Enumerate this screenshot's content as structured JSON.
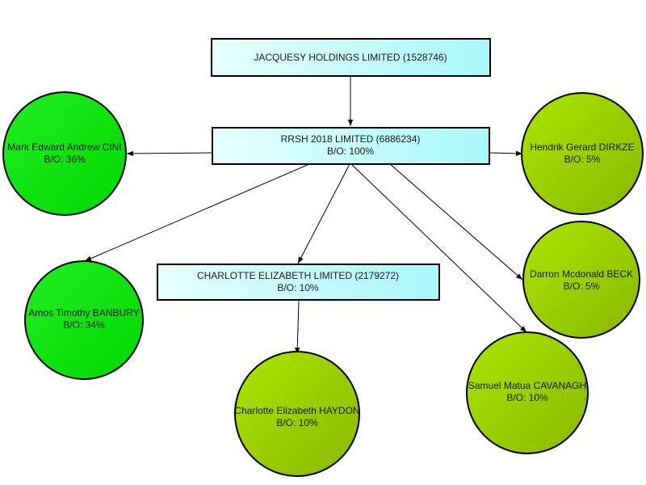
{
  "diagram": {
    "type": "ownership-structure",
    "colors": {
      "company_fill_start": "#e6ffff",
      "company_fill_end": "#a8f8fb",
      "person_major_start": "#22ee22",
      "person_major_end": "#00d800",
      "person_minor_start": "#aae600",
      "person_minor_end": "#88b800",
      "stroke": "#000000",
      "edge": "#000000"
    },
    "nodes": [
      {
        "id": "jacquesy",
        "kind": "company",
        "line1": "JACQUESY HOLDINGS LIMITED (1528746)",
        "line2": ""
      },
      {
        "id": "rrsh",
        "kind": "company",
        "line1": "RRSH 2018 LIMITED (6886234)",
        "line2": "B/O: 100%"
      },
      {
        "id": "charlotte-ltd",
        "kind": "company",
        "line1": "CHARLOTTE ELIZABETH LIMITED (2179272)",
        "line2": "B/O: 10%"
      },
      {
        "id": "cini",
        "kind": "person-major",
        "line1": "Mark Edward Andrew CINI",
        "line2": "B/O: 36%"
      },
      {
        "id": "banbury",
        "kind": "person-major",
        "line1": "Amos Timothy BANBURY",
        "line2": "B/O: 34%"
      },
      {
        "id": "dirkze",
        "kind": "person-minor",
        "line1": "Hendrik Gerard DIRKZE",
        "line2": "B/O: 5%"
      },
      {
        "id": "beck",
        "kind": "person-minor",
        "line1": "Darron Mcdonald BECK",
        "line2": "B/O: 5%"
      },
      {
        "id": "haydon",
        "kind": "person-minor",
        "line1": "Charlotte Elizabeth HAYDON",
        "line2": "B/O: 10%"
      },
      {
        "id": "cavanagh",
        "kind": "person-minor",
        "line1": "Samuel Matua CAVANAGH",
        "line2": "B/O: 10%"
      }
    ],
    "edges": [
      {
        "from": "jacquesy",
        "to": "rrsh"
      },
      {
        "from": "rrsh",
        "to": "cini"
      },
      {
        "from": "rrsh",
        "to": "dirkze"
      },
      {
        "from": "rrsh",
        "to": "banbury"
      },
      {
        "from": "rrsh",
        "to": "charlotte-ltd"
      },
      {
        "from": "rrsh",
        "to": "beck"
      },
      {
        "from": "rrsh",
        "to": "cavanagh"
      },
      {
        "from": "charlotte-ltd",
        "to": "haydon"
      }
    ]
  }
}
